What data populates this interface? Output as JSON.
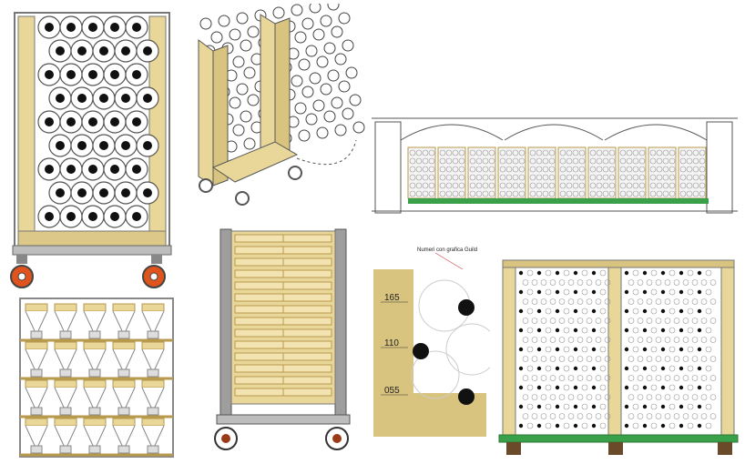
{
  "colors": {
    "wood": "#e9d79a",
    "wood_dark": "#b89a4e",
    "frame_gray": "#9e9e9e",
    "bottle_black": "#111111",
    "pallet_green": "#3aa04a",
    "pallet_brown": "#6b4a2a",
    "wheel_orange": "#e0531c"
  },
  "detail": {
    "caption": "Numeri con grafica Guild",
    "marks": [
      "165",
      "110",
      "055"
    ]
  },
  "icons": {
    "wheel": "caster-wheel-icon",
    "bottle": "bottle-circle-icon"
  }
}
